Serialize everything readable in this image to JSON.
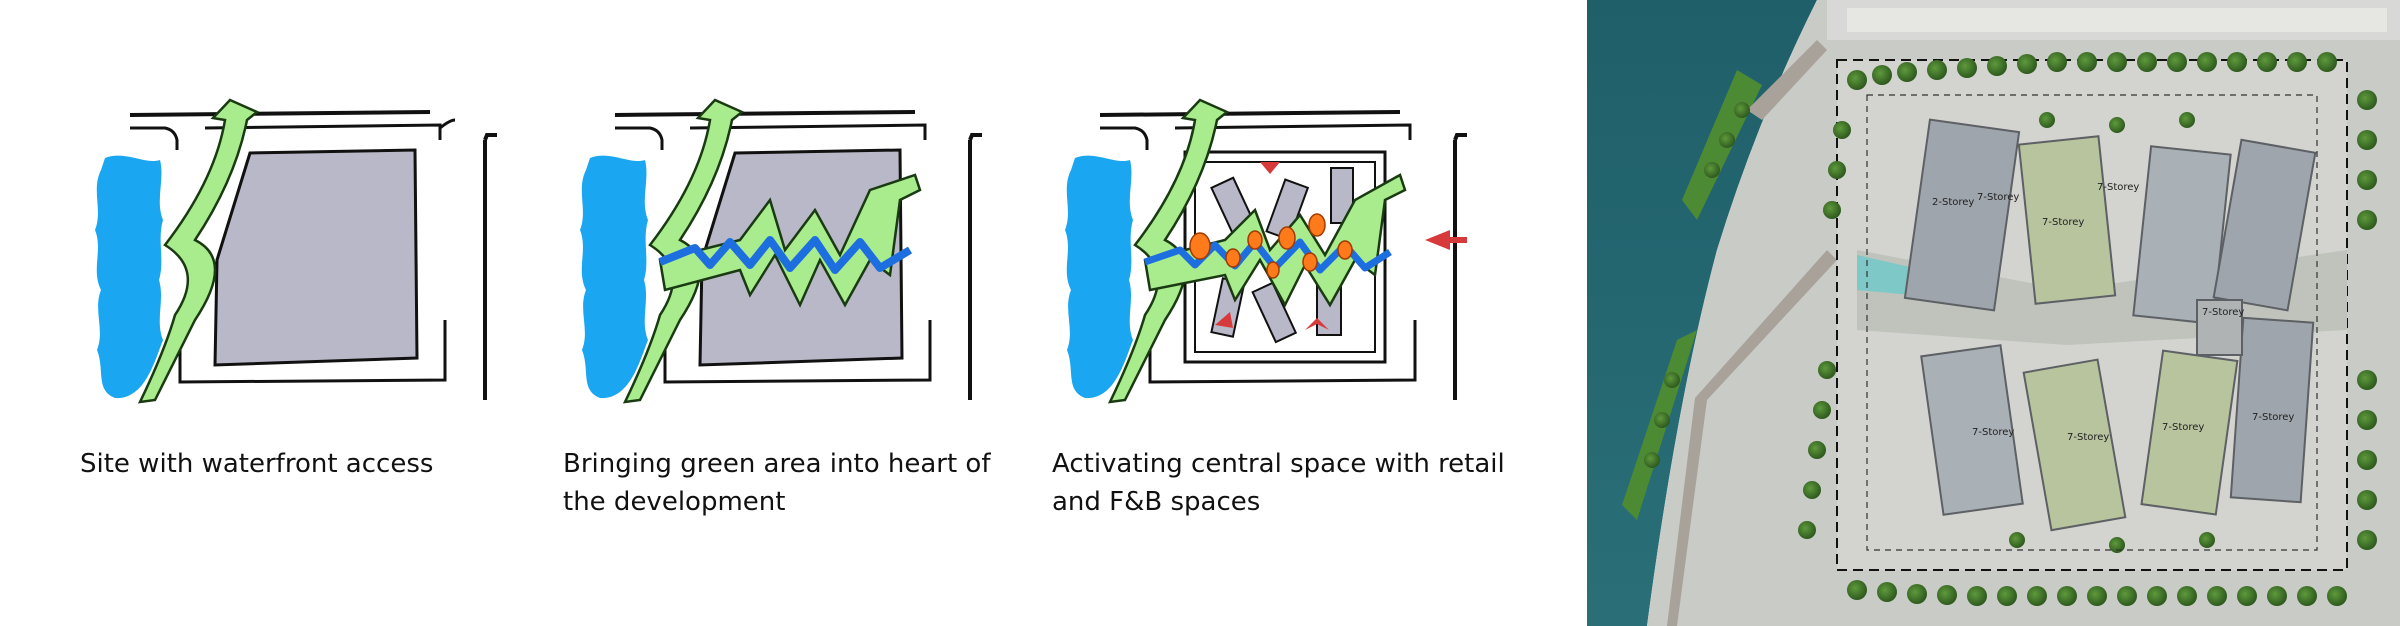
{
  "captions": [
    "Site with waterfront access",
    "Bringing green area into heart of the development",
    "Activating central space with retail and F&B spaces"
  ],
  "site_plan": {
    "labels": [
      "7-Storey",
      "7-Storey",
      "2-Storey",
      "7-Storey",
      "7-Storey",
      "7-Storey",
      "7-Storey",
      "7-Storey",
      "7-Storey"
    ]
  },
  "colors": {
    "water": "#1aa6f0",
    "green": "#a8ec8e",
    "green_edge": "#1a3a12",
    "site": "#b9b8c8",
    "blue_zigzag": "#1d6fe0",
    "retail": "#ff7a1a",
    "arrow_red": "#d63a3a"
  }
}
